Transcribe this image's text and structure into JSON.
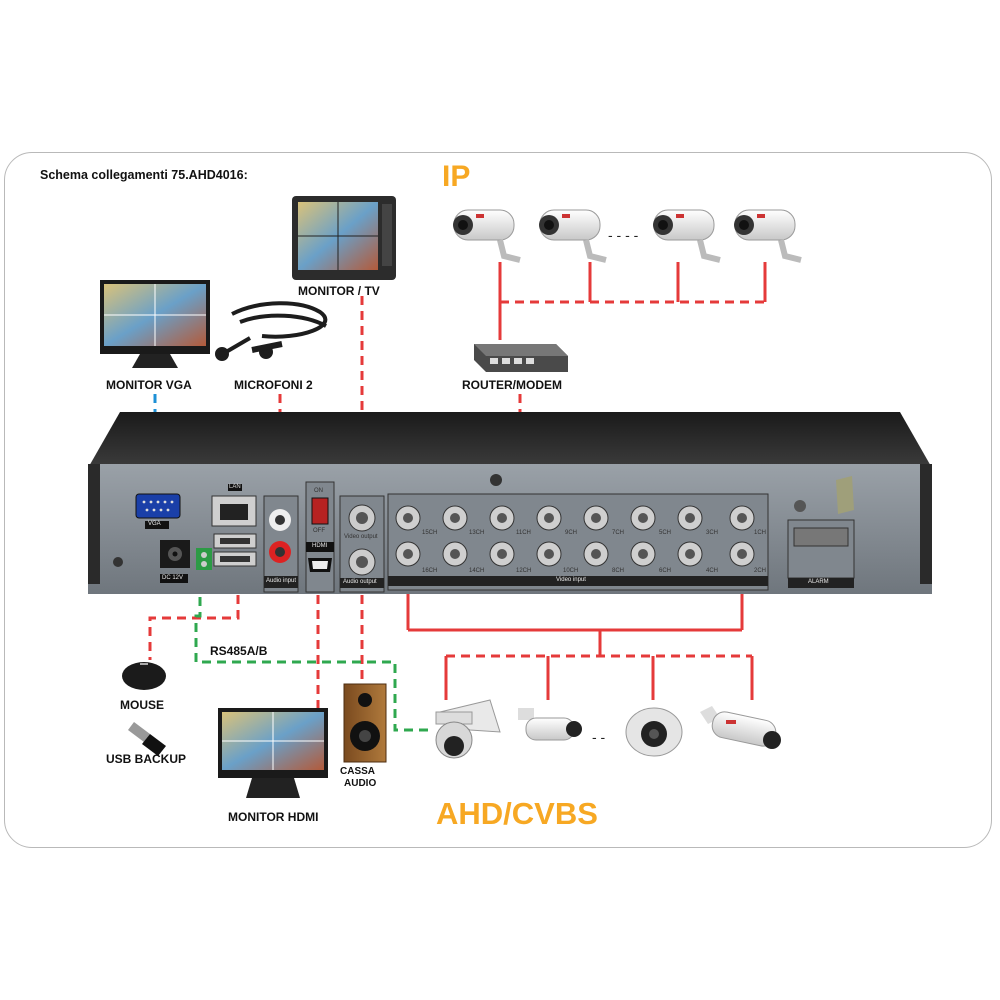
{
  "title": "Schema collegamenti 75.AHD4016:",
  "sections": {
    "ip": "IP",
    "ahd": "AHD/CVBS"
  },
  "devices": {
    "monitor_tv": "MONITOR / TV",
    "monitor_vga": "MONITOR VGA",
    "microfoni": "MICROFONI 2",
    "router": "ROUTER/MODEM",
    "mouse": "MOUSE",
    "usb_backup": "USB BACKUP",
    "monitor_hdmi": "MONITOR HDMI",
    "cassa_line1": "CASSA",
    "cassa_line2": "AUDIO",
    "rs485": "RS485A/B"
  },
  "panel": {
    "vga": "VGA",
    "dc": "DC 12V",
    "lan": "LAN",
    "hdmi": "HDMI",
    "audio_input": "Audio input",
    "audio_output": "Audio output",
    "video_output": "Video output",
    "video_input": "Video input",
    "alarm": "ALARM",
    "on": "ON",
    "off": "OFF",
    "ch_top": [
      "15CH",
      "13CH",
      "11CH",
      "9CH",
      "7CH",
      "5CH",
      "3CH",
      "1CH"
    ],
    "ch_bottom": [
      "16CH",
      "14CH",
      "12CH",
      "10CH",
      "8CH",
      "6CH",
      "4CH",
      "2CH"
    ]
  },
  "colors": {
    "ip_accent": "#f7a823",
    "ahd_accent": "#f7a823",
    "video_line": "#e53a3a",
    "vga_line": "#1e90d6",
    "rs485_line": "#2fa84f"
  }
}
